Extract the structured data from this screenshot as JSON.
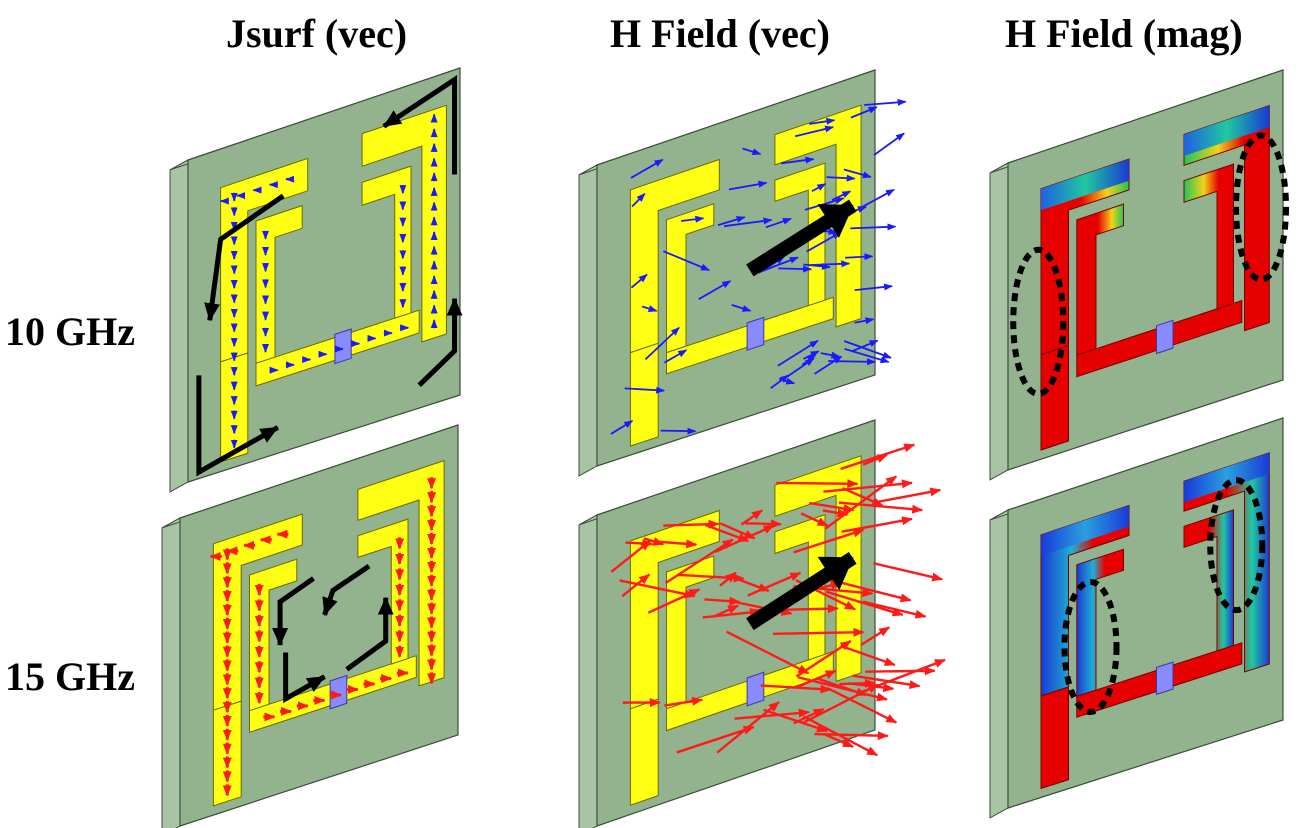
{
  "columns": [
    {
      "title": "Jsurf (vec)"
    },
    {
      "title": "H Field (vec)"
    },
    {
      "title": "H Field (mag)"
    }
  ],
  "rows": [
    {
      "label": "10 GHz",
      "vector_color": "#1a1aff"
    },
    {
      "label": "15 GHz",
      "vector_color": "#ff1a1a"
    }
  ],
  "colors": {
    "substrate_face": "#93b38f",
    "substrate_side": "#a9c4a4",
    "substrate_edge": "#3c4d3a",
    "metal": "#ffff14",
    "metal_edge": "#6b6b00",
    "port": "#8a8aff",
    "annotation": "#000000",
    "field_high": "#e60000",
    "field_mid": "#f2d21a",
    "field_low": "#1a3ad6"
  },
  "icons": [
    "circulating-current-arrow-icon",
    "field-direction-arrow-icon",
    "dashed-ellipse-marker-icon"
  ]
}
